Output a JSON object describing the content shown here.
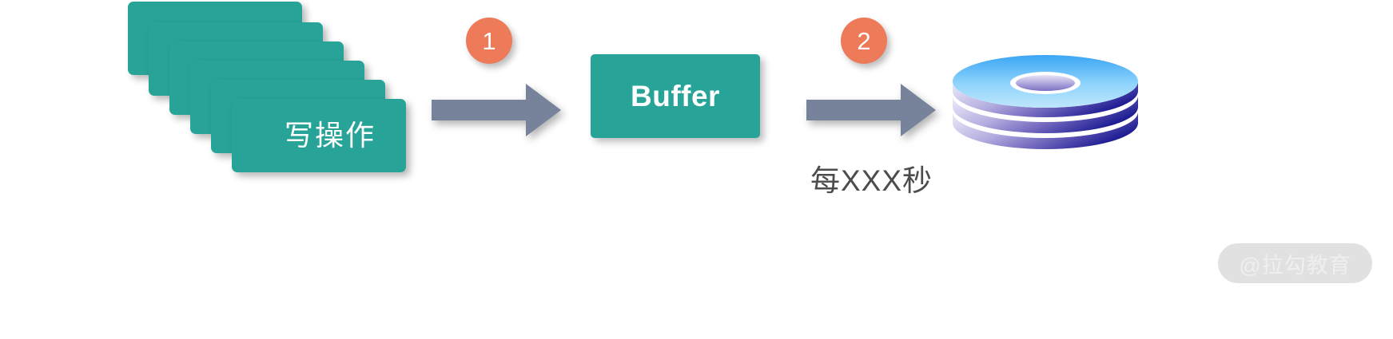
{
  "diagram": {
    "title": "Write buffering flow",
    "background_color": "#ffffff",
    "write_cards": {
      "icon_name": "stacked-document-cards",
      "count": 6,
      "label": "写操作",
      "color": "#27a398",
      "text_color": "#ffffff"
    },
    "steps": [
      {
        "badge": "1",
        "badge_color": "#ed7b5a",
        "arrow_color": "#76839a"
      },
      {
        "badge": "2",
        "badge_color": "#ed7b5a",
        "arrow_color": "#76839a"
      }
    ],
    "buffer": {
      "label": "Buffer",
      "color": "#27a398",
      "text_color": "#ffffff"
    },
    "caption": "每XXX秒",
    "caption_color": "#4c4c4c",
    "database": {
      "icon_name": "database-disk-stack",
      "top_color": "#6fc8f7",
      "bottom_color": "#2a28a0"
    },
    "watermark": {
      "text": "@拉勾教育",
      "pill_color": "#e1e1e1",
      "text_color": "#efefef"
    }
  }
}
